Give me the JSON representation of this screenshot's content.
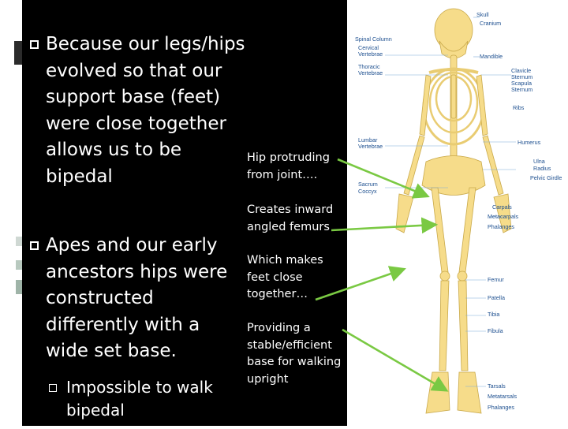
{
  "left_bullets": [
    {
      "text": "Because our legs/hips evolved so that our support base (feet) were close together allows us to be bipedal"
    },
    {
      "text": "Apes and our early ancestors hips were constructed differently with a wide set base."
    }
  ],
  "sub_bullet": "Impossible to walk bipedal",
  "annotations": [
    "Hip protruding from joint….",
    "Creates inward angled femurs",
    "Which makes feet close together…",
    "Providing a stable/efficient base for walking upright"
  ],
  "skeleton_labels": {
    "skull": "Skull",
    "cranium": "Cranium",
    "spinal_column": "Spinal Column",
    "cervical": "Cervical",
    "vertebrae_1": "Vertebrae",
    "mandible": "Mandible",
    "thoracic": "Thoracic",
    "vertebrae_2": "Vertebrae",
    "clavicle": "Clavicle",
    "sternum": "Sternum",
    "scapula": "Scapula",
    "sternum2": "Sternum",
    "ribs": "Ribs",
    "lumbar": "Lumbar",
    "vertebrae_3": "Vertebrae",
    "humerus": "Humerus",
    "ulna": "Ulna",
    "radius": "Radius",
    "pelvic_girdle": "Pelvic Girdle",
    "sacrum": "Sacrum",
    "coccyx": "Coccyx",
    "carpals": "Carpals",
    "metacarpals": "Metacarpals",
    "phalanges_hand": "Phalanges",
    "femur": "Femur",
    "patella": "Patella",
    "tibia": "Tibia",
    "fibula": "Fibula",
    "tarsals": "Tarsals",
    "metatarsals": "Metatarsals",
    "phalanges_foot": "Phalanges"
  },
  "colors": {
    "panel": "#000000",
    "arrow": "#7ac943",
    "bone": "#f6dc8a",
    "bone_outline": "#c9a94a",
    "label": "#1d4f8f"
  }
}
